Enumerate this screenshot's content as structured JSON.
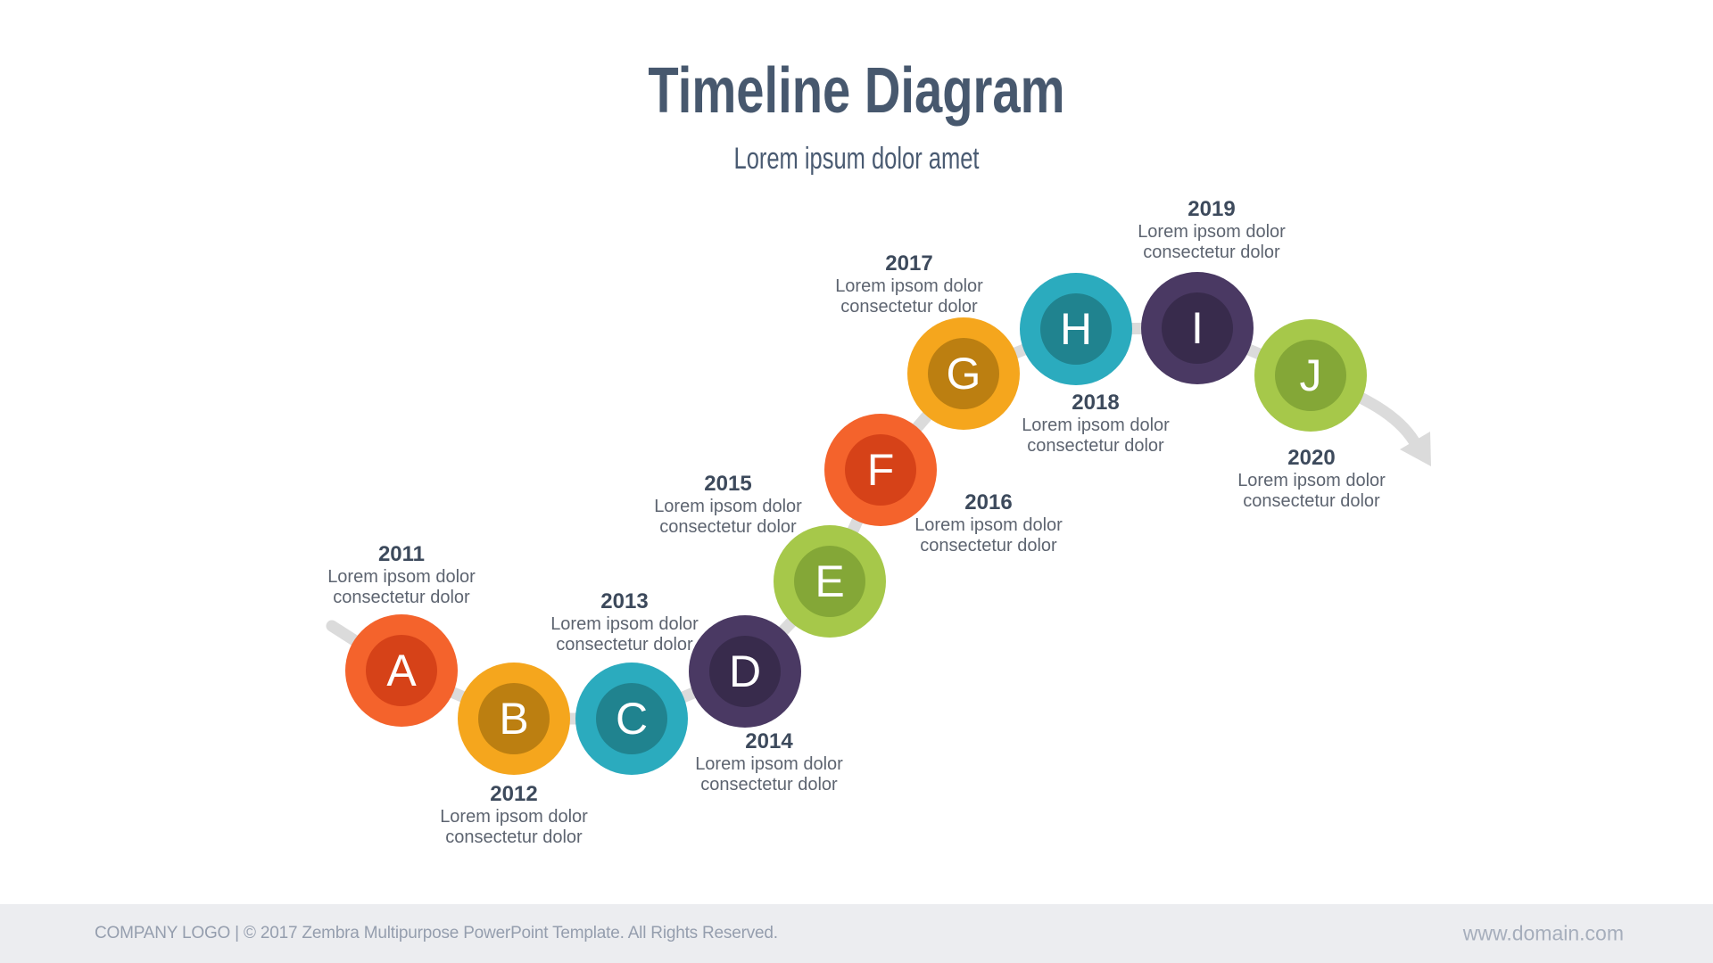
{
  "slide": {
    "title": "Timeline Diagram",
    "subtitle": "Lorem ipsum dolor amet"
  },
  "timeline": {
    "items": [
      {
        "letter": "A",
        "year": "2011",
        "desc": "Lorem ipsom dolor\nconsectetur dolor",
        "color_outer": "#F4632C",
        "color_inner": "#D64218",
        "label_position": "above"
      },
      {
        "letter": "B",
        "year": "2012",
        "desc": "Lorem ipsom dolor\nconsectetur dolor",
        "color_outer": "#F5A61D",
        "color_inner": "#BC7F11",
        "label_position": "below"
      },
      {
        "letter": "C",
        "year": "2013",
        "desc": "Lorem ipsom dolor\nconsectetur dolor",
        "color_outer": "#2BABBE",
        "color_inner": "#20838F",
        "label_position": "above"
      },
      {
        "letter": "D",
        "year": "2014",
        "desc": "Lorem ipsom dolor\nconsectetur dolor",
        "color_outer": "#4A3963",
        "color_inner": "#382B4C",
        "label_position": "below"
      },
      {
        "letter": "E",
        "year": "2015",
        "desc": "Lorem ipsom dolor\nconsectetur dolor",
        "color_outer": "#A6C84A",
        "color_inner": "#84A737",
        "label_position": "above-left"
      },
      {
        "letter": "F",
        "year": "2016",
        "desc": "Lorem ipsom dolor\nconsectetur dolor",
        "color_outer": "#F4632C",
        "color_inner": "#D64218",
        "label_position": "below-right"
      },
      {
        "letter": "G",
        "year": "2017",
        "desc": "Lorem ipsom dolor\nconsectetur dolor",
        "color_outer": "#F5A61D",
        "color_inner": "#BC7F11",
        "label_position": "above"
      },
      {
        "letter": "H",
        "year": "2018",
        "desc": "Lorem ipsom dolor\nconsectetur dolor",
        "color_outer": "#2BABBE",
        "color_inner": "#20838F",
        "label_position": "below"
      },
      {
        "letter": "I",
        "year": "2019",
        "desc": "Lorem ipsom dolor\nconsectetur dolor",
        "color_outer": "#4A3963",
        "color_inner": "#382B4C",
        "label_position": "above"
      },
      {
        "letter": "J",
        "year": "2020",
        "desc": "Lorem ipsom dolor\nconsectetur dolor",
        "color_outer": "#A6C84A",
        "color_inner": "#84A737",
        "label_position": "below"
      }
    ]
  },
  "footer": {
    "left": "COMPANY LOGO | © 2017 Zembra Multipurpose PowerPoint Template. All Rights Reserved.",
    "right": "www.domain.com"
  },
  "colors": {
    "title_text": "#47586E",
    "year_text": "#3D4A5C",
    "body_text": "#5D6470",
    "connector": "#DBDBDB",
    "footer_bg": "#ECEDF0",
    "footer_text_left": "#959EAE",
    "footer_text_right": "#A6AEBC"
  }
}
